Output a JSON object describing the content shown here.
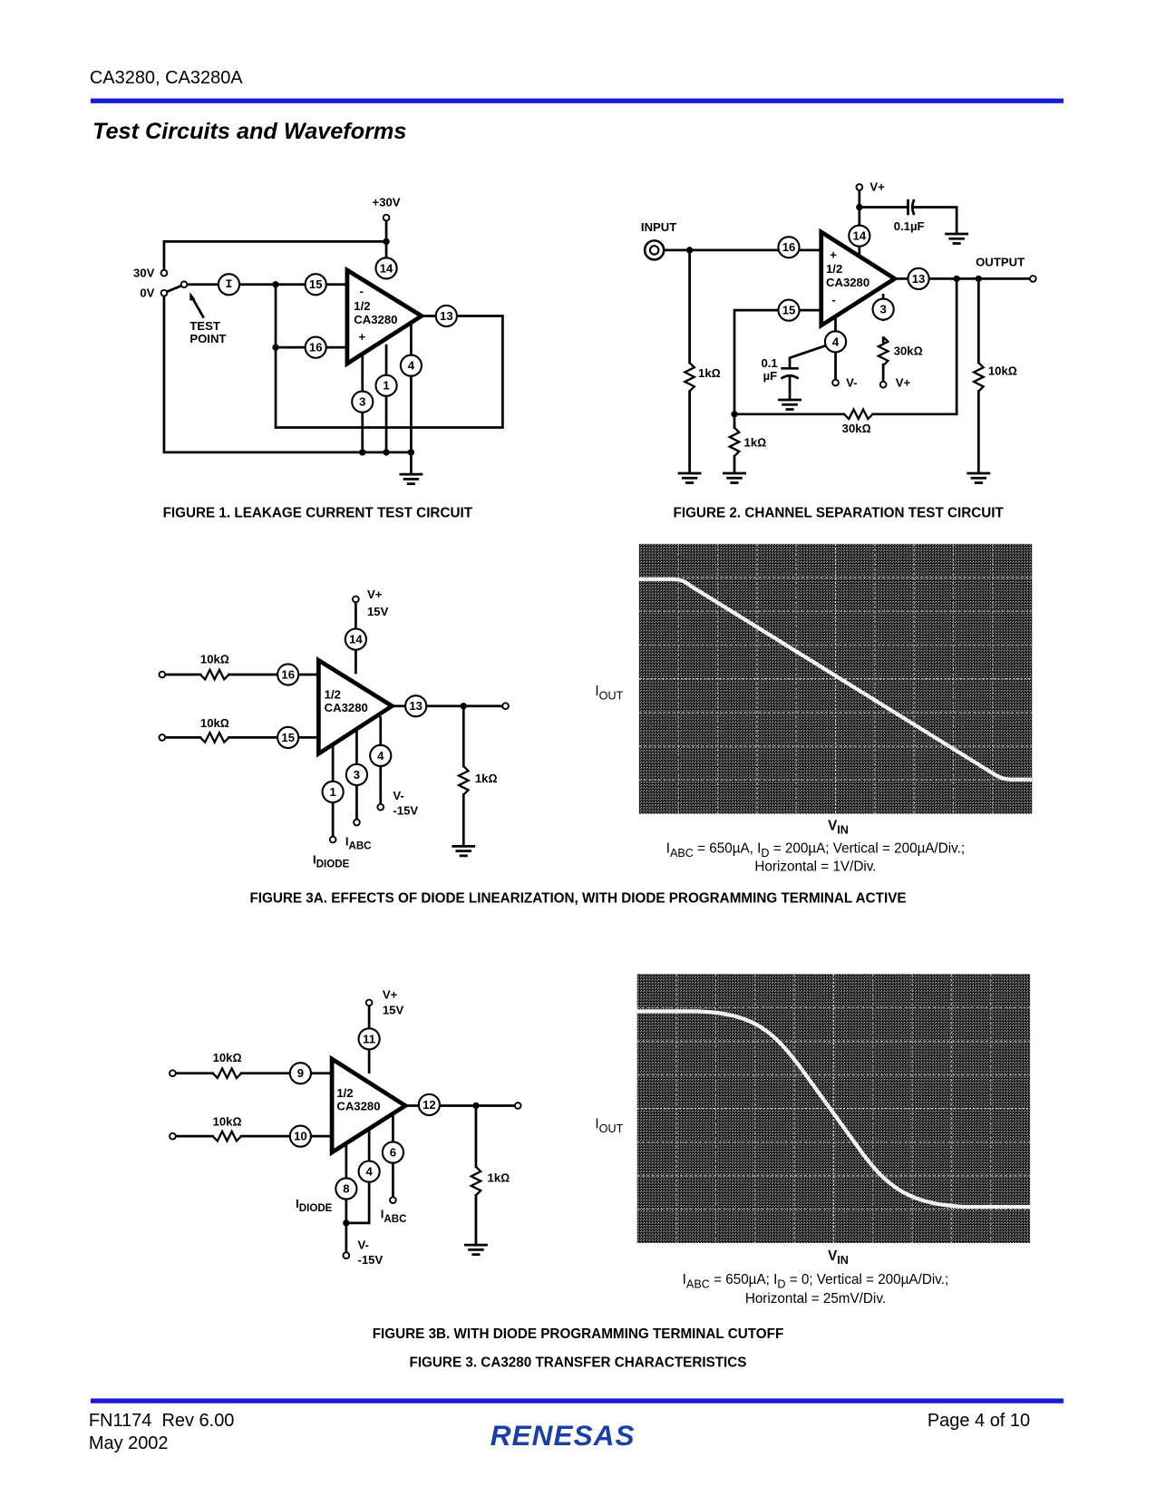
{
  "header": {
    "doc_title": "CA3280, CA3280A",
    "section_title": "Test Circuits and Waveforms",
    "rule_color": "#1a1ad6"
  },
  "fig1": {
    "caption": "FIGURE 1.  LEAKAGE CURRENT TEST CIRCUIT",
    "supply": "+30V",
    "sw_30v": "30V",
    "sw_0v": "0V",
    "test_point": [
      "TEST",
      "POINT"
    ],
    "meter": "I",
    "amp": {
      "minus": "-",
      "plus": "+",
      "half": "1/2",
      "part": "CA3280"
    },
    "pins": [
      "14",
      "15",
      "16",
      "13",
      "4",
      "1",
      "3"
    ]
  },
  "fig2": {
    "caption": "FIGURE 2.  CHANNEL SEPARATION TEST CIRCUIT",
    "vplus": "V+",
    "cap_top": "0.1µF",
    "input": "INPUT",
    "output": "OUTPUT",
    "amp": {
      "minus": "-",
      "plus": "+",
      "half": "1/2",
      "part": "CA3280"
    },
    "pins": [
      "14",
      "16",
      "15",
      "13",
      "3",
      "4"
    ],
    "r_input": "1kΩ",
    "r_fb_gnd": "1kΩ",
    "r_fb": "30kΩ",
    "r_out": "10kΩ",
    "r_pin3": "30kΩ",
    "cap_pin4": [
      "0.1",
      "µF"
    ],
    "vminus": "V-",
    "vplus2": "V+"
  },
  "fig3a": {
    "caption": "FIGURE 3A.  EFFECTS OF DIODE LINEARIZATION, WITH DIODE PROGRAMMING TERMINAL ACTIVE",
    "vplus": "V+",
    "vplus_val": "15V",
    "r_in1": "10kΩ",
    "r_in2": "10kΩ",
    "r_load": "1kΩ",
    "amp": {
      "half": "1/2",
      "part": "CA3280"
    },
    "pins": [
      "14",
      "16",
      "15",
      "13",
      "1",
      "3",
      "4"
    ],
    "vminus": "V-",
    "vminus_val": "-15V",
    "i_abc": {
      "main": "I",
      "sub": "ABC"
    },
    "i_diode": {
      "main": "I",
      "sub": "DIODE"
    },
    "scope": {
      "y_label": {
        "main": "I",
        "sub": "OUT"
      },
      "x_label": {
        "main": "V",
        "sub": "IN"
      },
      "note1": {
        "a": "I",
        "a_sub": "ABC",
        "b": " = 650µA, I",
        "b_sub": "D",
        "c": " = 200µA; Vertical = 200µA/Div.;"
      },
      "note2": "Horizontal = 1V/Div."
    }
  },
  "fig3b": {
    "caption": "FIGURE 3B.  WITH DIODE PROGRAMMING TERMINAL CUTOFF",
    "vplus": "V+",
    "vplus_val": "15V",
    "r_in1": "10kΩ",
    "r_in2": "10kΩ",
    "r_load": "1kΩ",
    "amp": {
      "half": "1/2",
      "part": "CA3280"
    },
    "pins": [
      "11",
      "9",
      "10",
      "12",
      "8",
      "4",
      "6"
    ],
    "vminus": "V-",
    "vminus_val": "-15V",
    "i_abc": {
      "main": "I",
      "sub": "ABC"
    },
    "i_diode": {
      "main": "I",
      "sub": "DIODE"
    },
    "scope": {
      "y_label": {
        "main": "I",
        "sub": "OUT"
      },
      "x_label": {
        "main": "V",
        "sub": "IN"
      },
      "note1": {
        "a": "I",
        "a_sub": "ABC",
        "b": " = 650µA; I",
        "b_sub": "D",
        "c": " = 0; Vertical = 200µA/Div.;"
      },
      "note2": "Horizontal = 25mV/Div."
    }
  },
  "fig3_caption": "FIGURE 3.  CA3280 TRANSFER CHARACTERISTICS",
  "footer": {
    "doc_id": "FN1174  Rev 6.00",
    "date": "May 2002",
    "page": "Page 4 of 10",
    "logo": "RENESAS",
    "logo_color": "#1a3fa8"
  }
}
